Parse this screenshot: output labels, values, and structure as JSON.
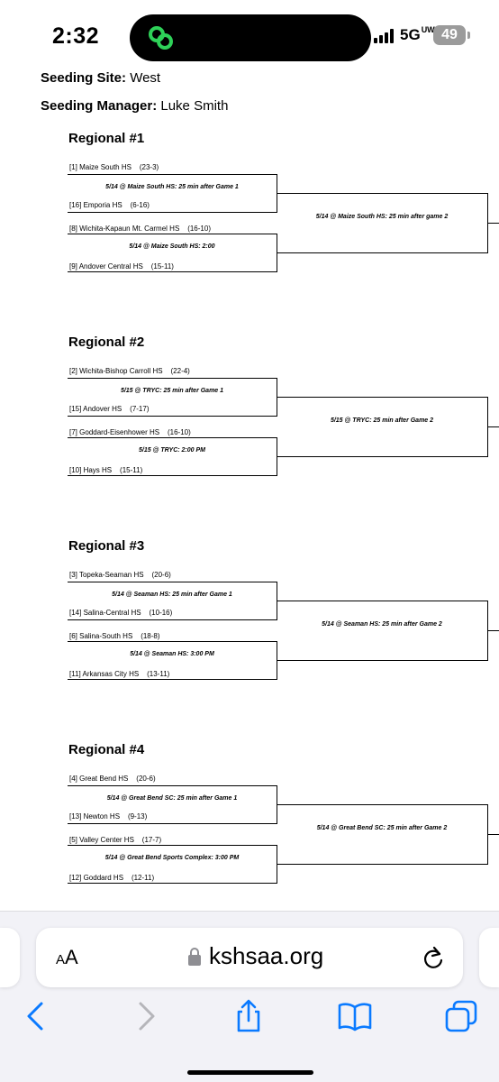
{
  "status_bar": {
    "time": "2:32",
    "network": "5G",
    "network_suffix": "UW",
    "battery": "49",
    "island_app_color": "#2ed158"
  },
  "document": {
    "seeding_site_label": "Seeding Site:",
    "seeding_site_value": "West",
    "seeding_manager_label": "Seeding Manager:",
    "seeding_manager_value": "Luke Smith",
    "regionals": [
      {
        "title": "Regional #1",
        "teams": [
          {
            "seed": "[1]",
            "name": "Maize South HS",
            "record": "(23-3)"
          },
          {
            "seed": "[16]",
            "name": "Emporia HS",
            "record": "(6-16)"
          },
          {
            "seed": "[8]",
            "name": "Wichita-Kapaun Mt. Carmel HS",
            "record": "(16-10)"
          },
          {
            "seed": "[9]",
            "name": "Andover Central HS",
            "record": "(15-11)"
          }
        ],
        "game1": "5/14 @ Maize South HS: 25 min after Game 1",
        "game2": "5/14 @ Maize South HS: 2:00",
        "final": "5/14 @ Maize South HS: 25 min after game 2"
      },
      {
        "title": "Regional #2",
        "teams": [
          {
            "seed": "[2]",
            "name": "Wichita-Bishop Carroll HS",
            "record": "(22-4)"
          },
          {
            "seed": "[15]",
            "name": "Andover HS",
            "record": "(7-17)"
          },
          {
            "seed": "[7]",
            "name": "Goddard-Eisenhower HS",
            "record": "(16-10)"
          },
          {
            "seed": "[10]",
            "name": "Hays HS",
            "record": "(15-11)"
          }
        ],
        "game1": "5/15 @ TRYC: 25 min after Game 1",
        "game2": "5/15 @ TRYC: 2:00 PM",
        "final": "5/15 @ TRYC: 25 min after Game 2"
      },
      {
        "title": "Regional #3",
        "teams": [
          {
            "seed": "[3]",
            "name": "Topeka-Seaman HS",
            "record": "(20-6)"
          },
          {
            "seed": "[14]",
            "name": "Salina-Central HS",
            "record": "(10-16)"
          },
          {
            "seed": "[6]",
            "name": "Salina-South HS",
            "record": "(18-8)"
          },
          {
            "seed": "[11]",
            "name": "Arkansas City HS",
            "record": "(13-11)"
          }
        ],
        "game1": "5/14 @ Seaman HS: 25 min after Game 1",
        "game2": "5/14 @ Seaman HS: 3:00 PM",
        "final": "5/14 @ Seaman HS: 25 min after Game 2"
      },
      {
        "title": "Regional #4",
        "teams": [
          {
            "seed": "[4]",
            "name": "Great Bend HS",
            "record": "(20-6)"
          },
          {
            "seed": "[13]",
            "name": "Newton HS",
            "record": "(9-13)"
          },
          {
            "seed": "[5]",
            "name": "Valley Center HS",
            "record": "(17-7)"
          },
          {
            "seed": "[12]",
            "name": "Goddard HS",
            "record": "(12-11)"
          }
        ],
        "game1": "5/14 @ Great Bend SC: 25 min after Game 1",
        "game2": "5/14 @ Great Bend Sports Complex: 3:00 PM",
        "final": "5/14 @ Great Bend SC: 25 min after Game 2"
      }
    ]
  },
  "browser": {
    "text_size_button": "AA",
    "url": "kshsaa.org",
    "accent_color": "#0a7aff",
    "disabled_color": "#b5b5ba",
    "toolbar": [
      "back-icon",
      "forward-icon",
      "share-icon",
      "bookmarks-icon",
      "tabs-icon"
    ]
  }
}
